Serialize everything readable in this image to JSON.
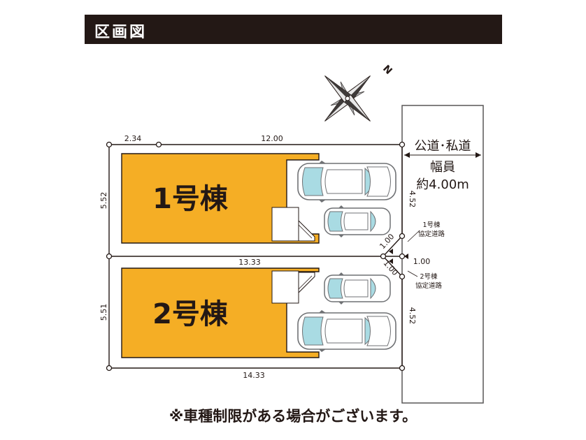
{
  "header": {
    "title": "区画図"
  },
  "compass": {
    "north_label": "N"
  },
  "road": {
    "type_label": "公道･私道",
    "width_label_1": "幅員",
    "width_label_2": "約4.00m"
  },
  "lots": [
    {
      "name": "1号棟",
      "color": "#f5ae25"
    },
    {
      "name": "2号棟",
      "color": "#f5ae25"
    }
  ],
  "dimensions": {
    "top_left": "2.34",
    "top_main": "12.00",
    "middle": "13.33",
    "bottom": "14.33",
    "lot1_depth": "5.52",
    "lot2_depth": "5.51",
    "lot1_frontage": "4.52",
    "lot2_frontage": "4.52",
    "corner_1": "1.00",
    "corner_2": "1.00",
    "corner_3": "1.00"
  },
  "access_labels": {
    "lot1_line1": "1号棟",
    "lot1_line2": "協定道路",
    "lot2_line1": "2号棟",
    "lot2_line2": "協定道路"
  },
  "note": "※車種制限がある場合がございます。"
}
